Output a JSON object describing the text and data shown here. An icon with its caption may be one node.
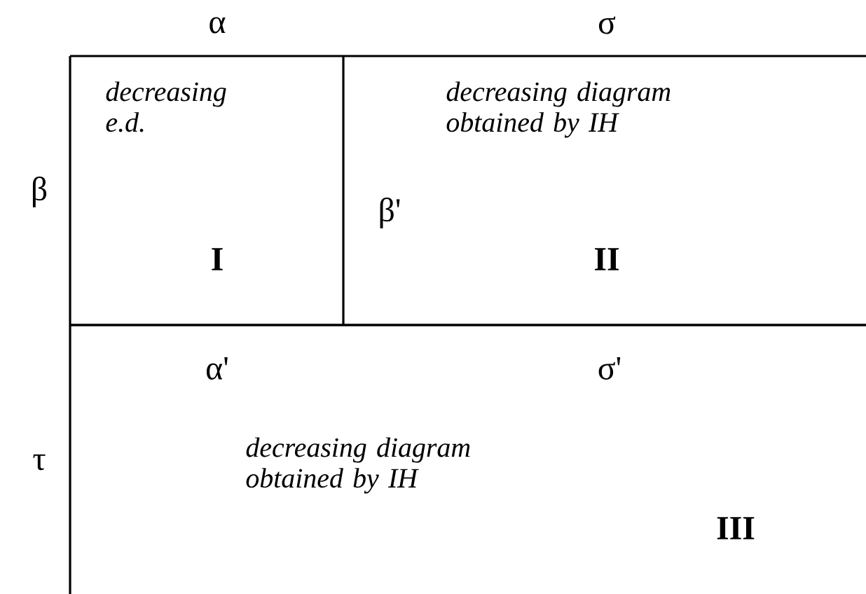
{
  "diagram": {
    "nodes": [
      {
        "text": [
          "decreasing e.d.",
          "I"
        ]
      },
      {
        "text": [
          "decreasing diagram obtained by IH",
          "II"
        ]
      },
      {
        "text": [
          "decreasing diagram obtained by IH",
          "III"
        ]
      }
    ],
    "labels": [
      "α",
      "σ",
      "β",
      "β'",
      "α'",
      "σ'",
      "τ"
    ]
  }
}
